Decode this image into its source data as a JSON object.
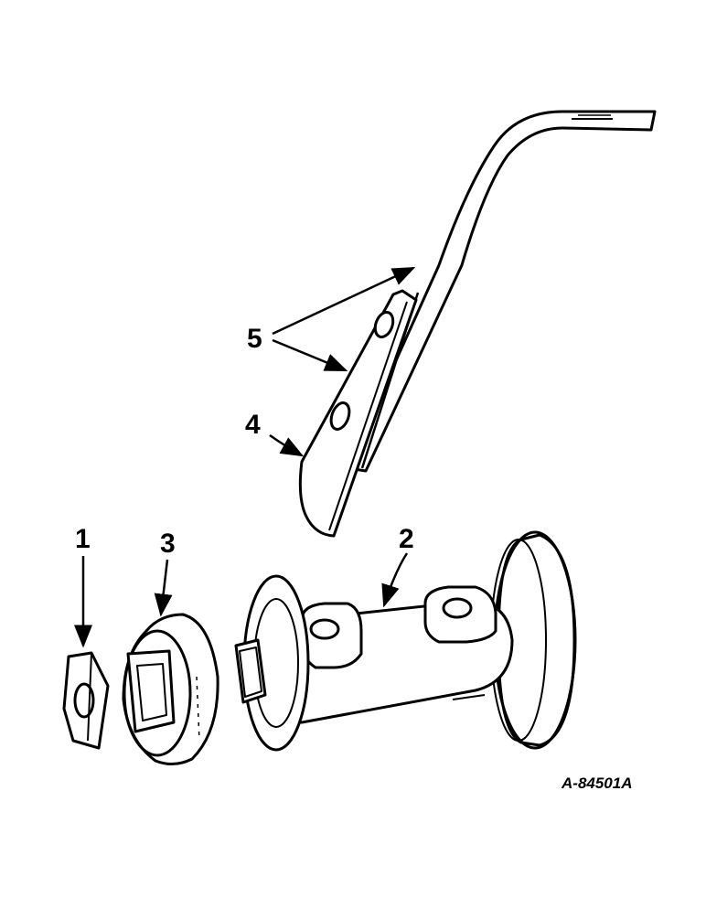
{
  "diagram": {
    "callouts": [
      {
        "id": "1",
        "label": "1"
      },
      {
        "id": "2",
        "label": "2"
      },
      {
        "id": "3",
        "label": "3"
      },
      {
        "id": "4",
        "label": "4"
      },
      {
        "id": "5",
        "label": "5"
      }
    ],
    "part_number": "A-84501A"
  }
}
